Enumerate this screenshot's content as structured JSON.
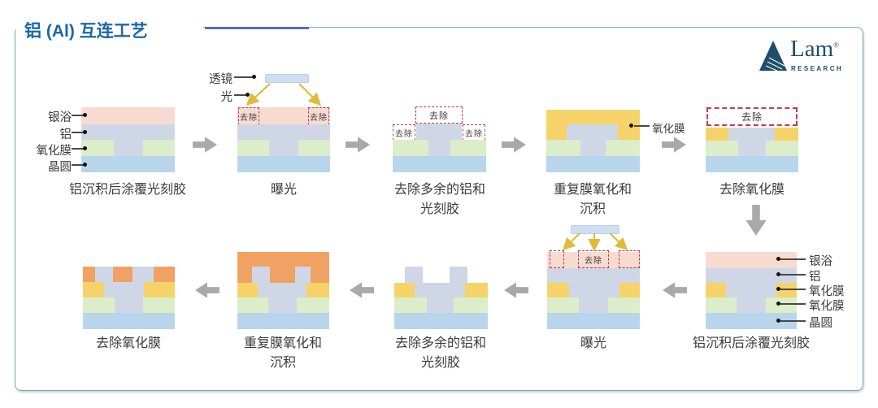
{
  "title": "铝 (Al) 互连工艺",
  "logo": {
    "name": "Lam",
    "registered": "®",
    "sub": "RESEARCH"
  },
  "annotations": {
    "lens": "透镜",
    "light": "光",
    "remove": "去除",
    "oxide_film": "氧化膜"
  },
  "legend_top": {
    "labels": [
      "银浴",
      "铝",
      "氧化膜",
      "晶圆"
    ]
  },
  "legend_bottom": {
    "labels": [
      "银浴",
      "铝",
      "氧化膜",
      "氧化膜",
      "晶圆"
    ]
  },
  "steps_top": [
    {
      "caption": [
        "铝沉积后涂覆光刻胶"
      ]
    },
    {
      "caption": [
        "曝光"
      ]
    },
    {
      "caption": [
        "去除多余的铝和",
        "光刻胶"
      ]
    },
    {
      "caption": [
        "重复膜氧化和",
        "沉积"
      ]
    },
    {
      "caption": [
        "去除氧化膜"
      ]
    }
  ],
  "steps_bottom": [
    {
      "caption": [
        "去除氧化膜"
      ]
    },
    {
      "caption": [
        "重复膜氧化和",
        "沉积"
      ]
    },
    {
      "caption": [
        "去除多余的铝和",
        "光刻胶"
      ]
    },
    {
      "caption": [
        "曝光"
      ]
    },
    {
      "caption": [
        "铝沉积后涂覆光刻胶"
      ]
    }
  ],
  "colors": {
    "photoresist_pink": "#f8dbd0",
    "aluminum_gray": "#cfd7e6",
    "oxide_green": "#dcedca",
    "wafer_blue": "#b8d5ec",
    "oxide_yellow": "#f6d369",
    "oxide_orange": "#f0a264",
    "lens_blue": "#cfdff2",
    "remove_red": "#c23a4e",
    "arrow_gray": "#a9a9a9",
    "title_blue": "#1a67a5",
    "accent_purple": "#5a6db8",
    "frame_teal": "#74a7ba",
    "lam_navy": "#1d4f68",
    "light_ray_yellow": "#e0ba3a"
  }
}
